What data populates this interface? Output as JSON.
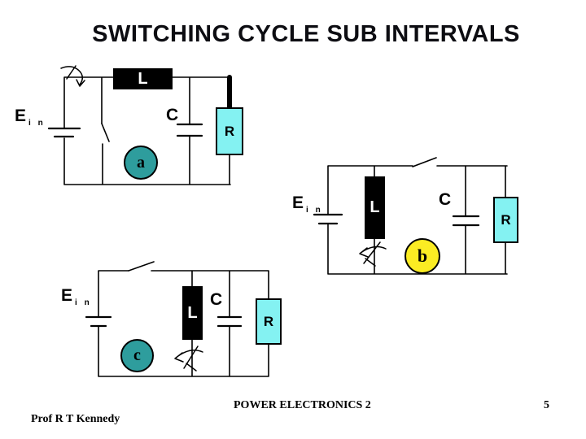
{
  "slide": {
    "title": "SWITCHING CYCLE SUB INTERVALS"
  },
  "footer": {
    "course": "POWER ELECTRONICS 2",
    "page_number": "5",
    "author": "Prof R T Kennedy"
  },
  "colors": {
    "background": "#FFFFFF",
    "title_text": "#0D0D12",
    "wire": "#000000",
    "inductor_fill": "#000000",
    "inductor_text": "#FFFFFF",
    "resistor_fill": "#84F2F2",
    "badge_teal": "#2E9D9D",
    "badge_yellow": "#FBEC23"
  },
  "icons": {
    "closed-switch-arrow-icon": "hand-drawn curved arrow crossing the wire",
    "open-switch-icon": "diagonal blade over a gap in the wire",
    "battery-icon": "long plate over short plate",
    "capacitor-icon": "two parallel plates"
  },
  "circuits": [
    {
      "interval_label": "a",
      "source_label": "E",
      "source_subscript": "i n",
      "inductor_label": "L",
      "capacitor_label": "C",
      "resistor_label": "R"
    },
    {
      "interval_label": "b",
      "source_label": "E",
      "source_subscript": "i n",
      "inductor_label": "L",
      "capacitor_label": "C",
      "resistor_label": "R"
    },
    {
      "interval_label": "c",
      "source_label": "E",
      "source_subscript": "i n",
      "inductor_label": "L",
      "capacitor_label": "C",
      "resistor_label": "R"
    }
  ]
}
